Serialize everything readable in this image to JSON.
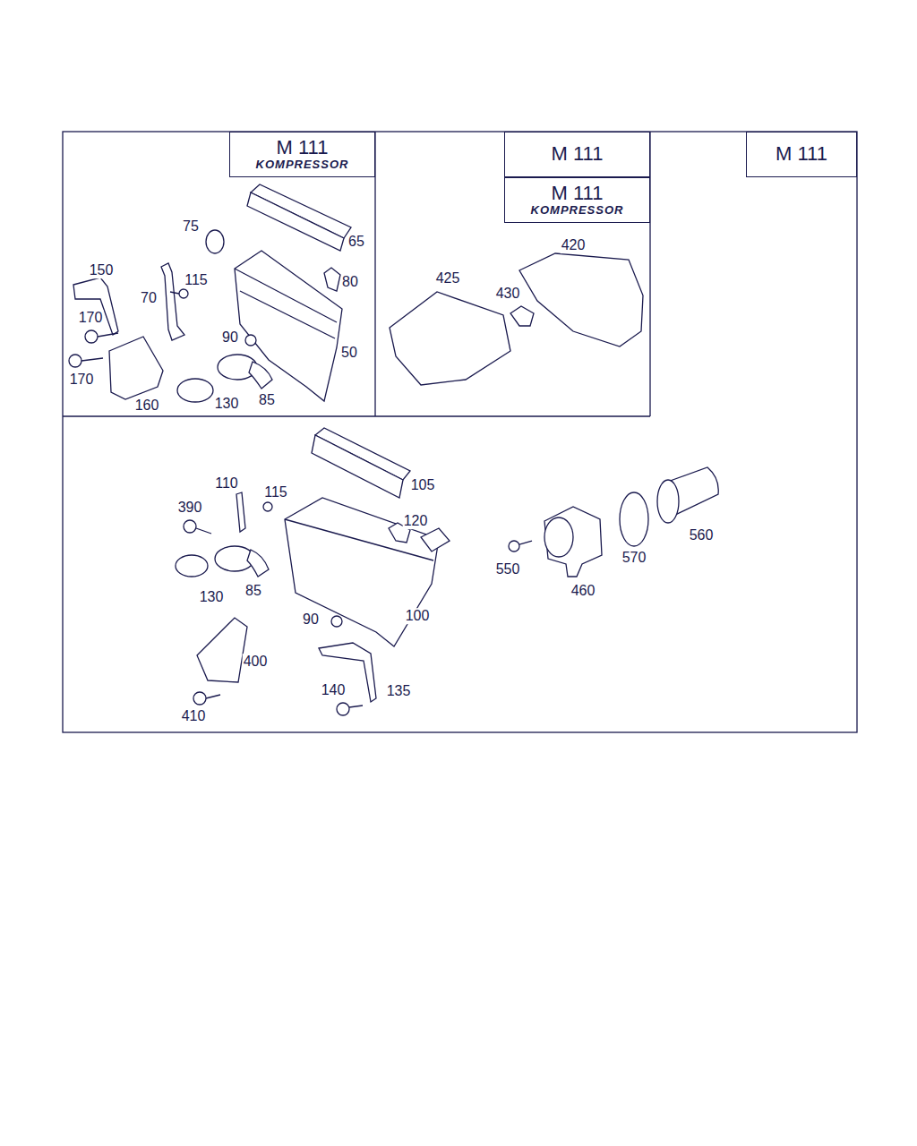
{
  "diagram": {
    "nodes": [
      {
        "text": [
          "M 111",
          "KOMPRESSOR"
        ]
      },
      {
        "text": [
          "M 111"
        ]
      },
      {
        "text": [
          "M 111",
          "KOMPRESSOR"
        ]
      },
      {
        "text": [
          "M 111"
        ]
      }
    ],
    "labels": [
      "75",
      "65",
      "150",
      "115",
      "80",
      "70",
      "170",
      "90",
      "50",
      "170",
      "160",
      "130",
      "85",
      "425",
      "420",
      "430",
      "110",
      "115",
      "105",
      "390",
      "120",
      "130",
      "85",
      "90",
      "100",
      "400",
      "140",
      "135",
      "410",
      "550",
      "460",
      "570",
      "560"
    ]
  }
}
